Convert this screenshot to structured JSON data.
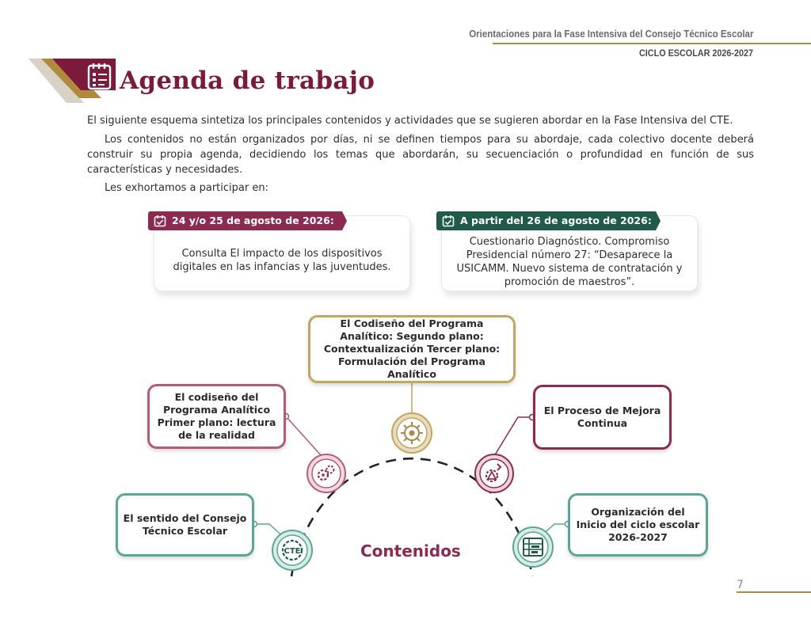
{
  "header": {
    "title": "Orientaciones para la Fase Intensiva del Consejo Técnico Escolar",
    "cycle": "CICLO ESCOLAR 2026-2027"
  },
  "page_title": "Agenda de trabajo",
  "paragraphs": [
    "El siguiente esquema sintetiza los principales contenidos y actividades que se sugieren abordar en la Fase Intensiva del CTE.",
    "Los contenidos no están organizados por días, ni se definen tiempos para su abordaje, cada colectivo docente deberá construir su propia agenda, decidiendo los temas que abordarán, su secuenciación o profundidad en función de sus características y necesidades.",
    "Les exhortamos a participar en:"
  ],
  "date_cards": [
    {
      "tag": "24 y/o 25 de agosto de 2026:",
      "text": "Consulta El impacto de los dispositivos digitales en las infancias y las juventudes.",
      "color": "#8d2a52"
    },
    {
      "tag": "A partir del 26 de agosto de 2026:",
      "text": "Cuestionario Diagnóstico. Compromiso Presidencial número 27: “Desaparece la USICAMM. Nuevo sistema de contratación y promoción de maestros”.",
      "color": "#1f5a4a"
    }
  ],
  "diagram": {
    "center_label": "Contenidos",
    "topics": [
      {
        "text": "El Codiseño del Programa Analítico: Segundo plano: Contextualización Tercer plano: Formulación del Programa Analítico",
        "icon": "network-gear-icon"
      },
      {
        "text": "El codiseño del Programa Analítico Primer plano: lectura de la realidad",
        "icon": "gears-icon"
      },
      {
        "text": "El Proceso de Mejora Continua",
        "icon": "improvement-gear-icon"
      },
      {
        "text": "El sentido del Consejo Técnico Escolar",
        "icon": "cte-icon"
      },
      {
        "text": "Organización del Inicio del ciclo escolar 2026-2027",
        "icon": "schedule-board-icon"
      }
    ]
  },
  "page_number": "7",
  "colors": {
    "wine": "#8d2a52",
    "gold": "#b08b3e",
    "teal": "#5aa797",
    "dark_green": "#1f5a4a"
  }
}
